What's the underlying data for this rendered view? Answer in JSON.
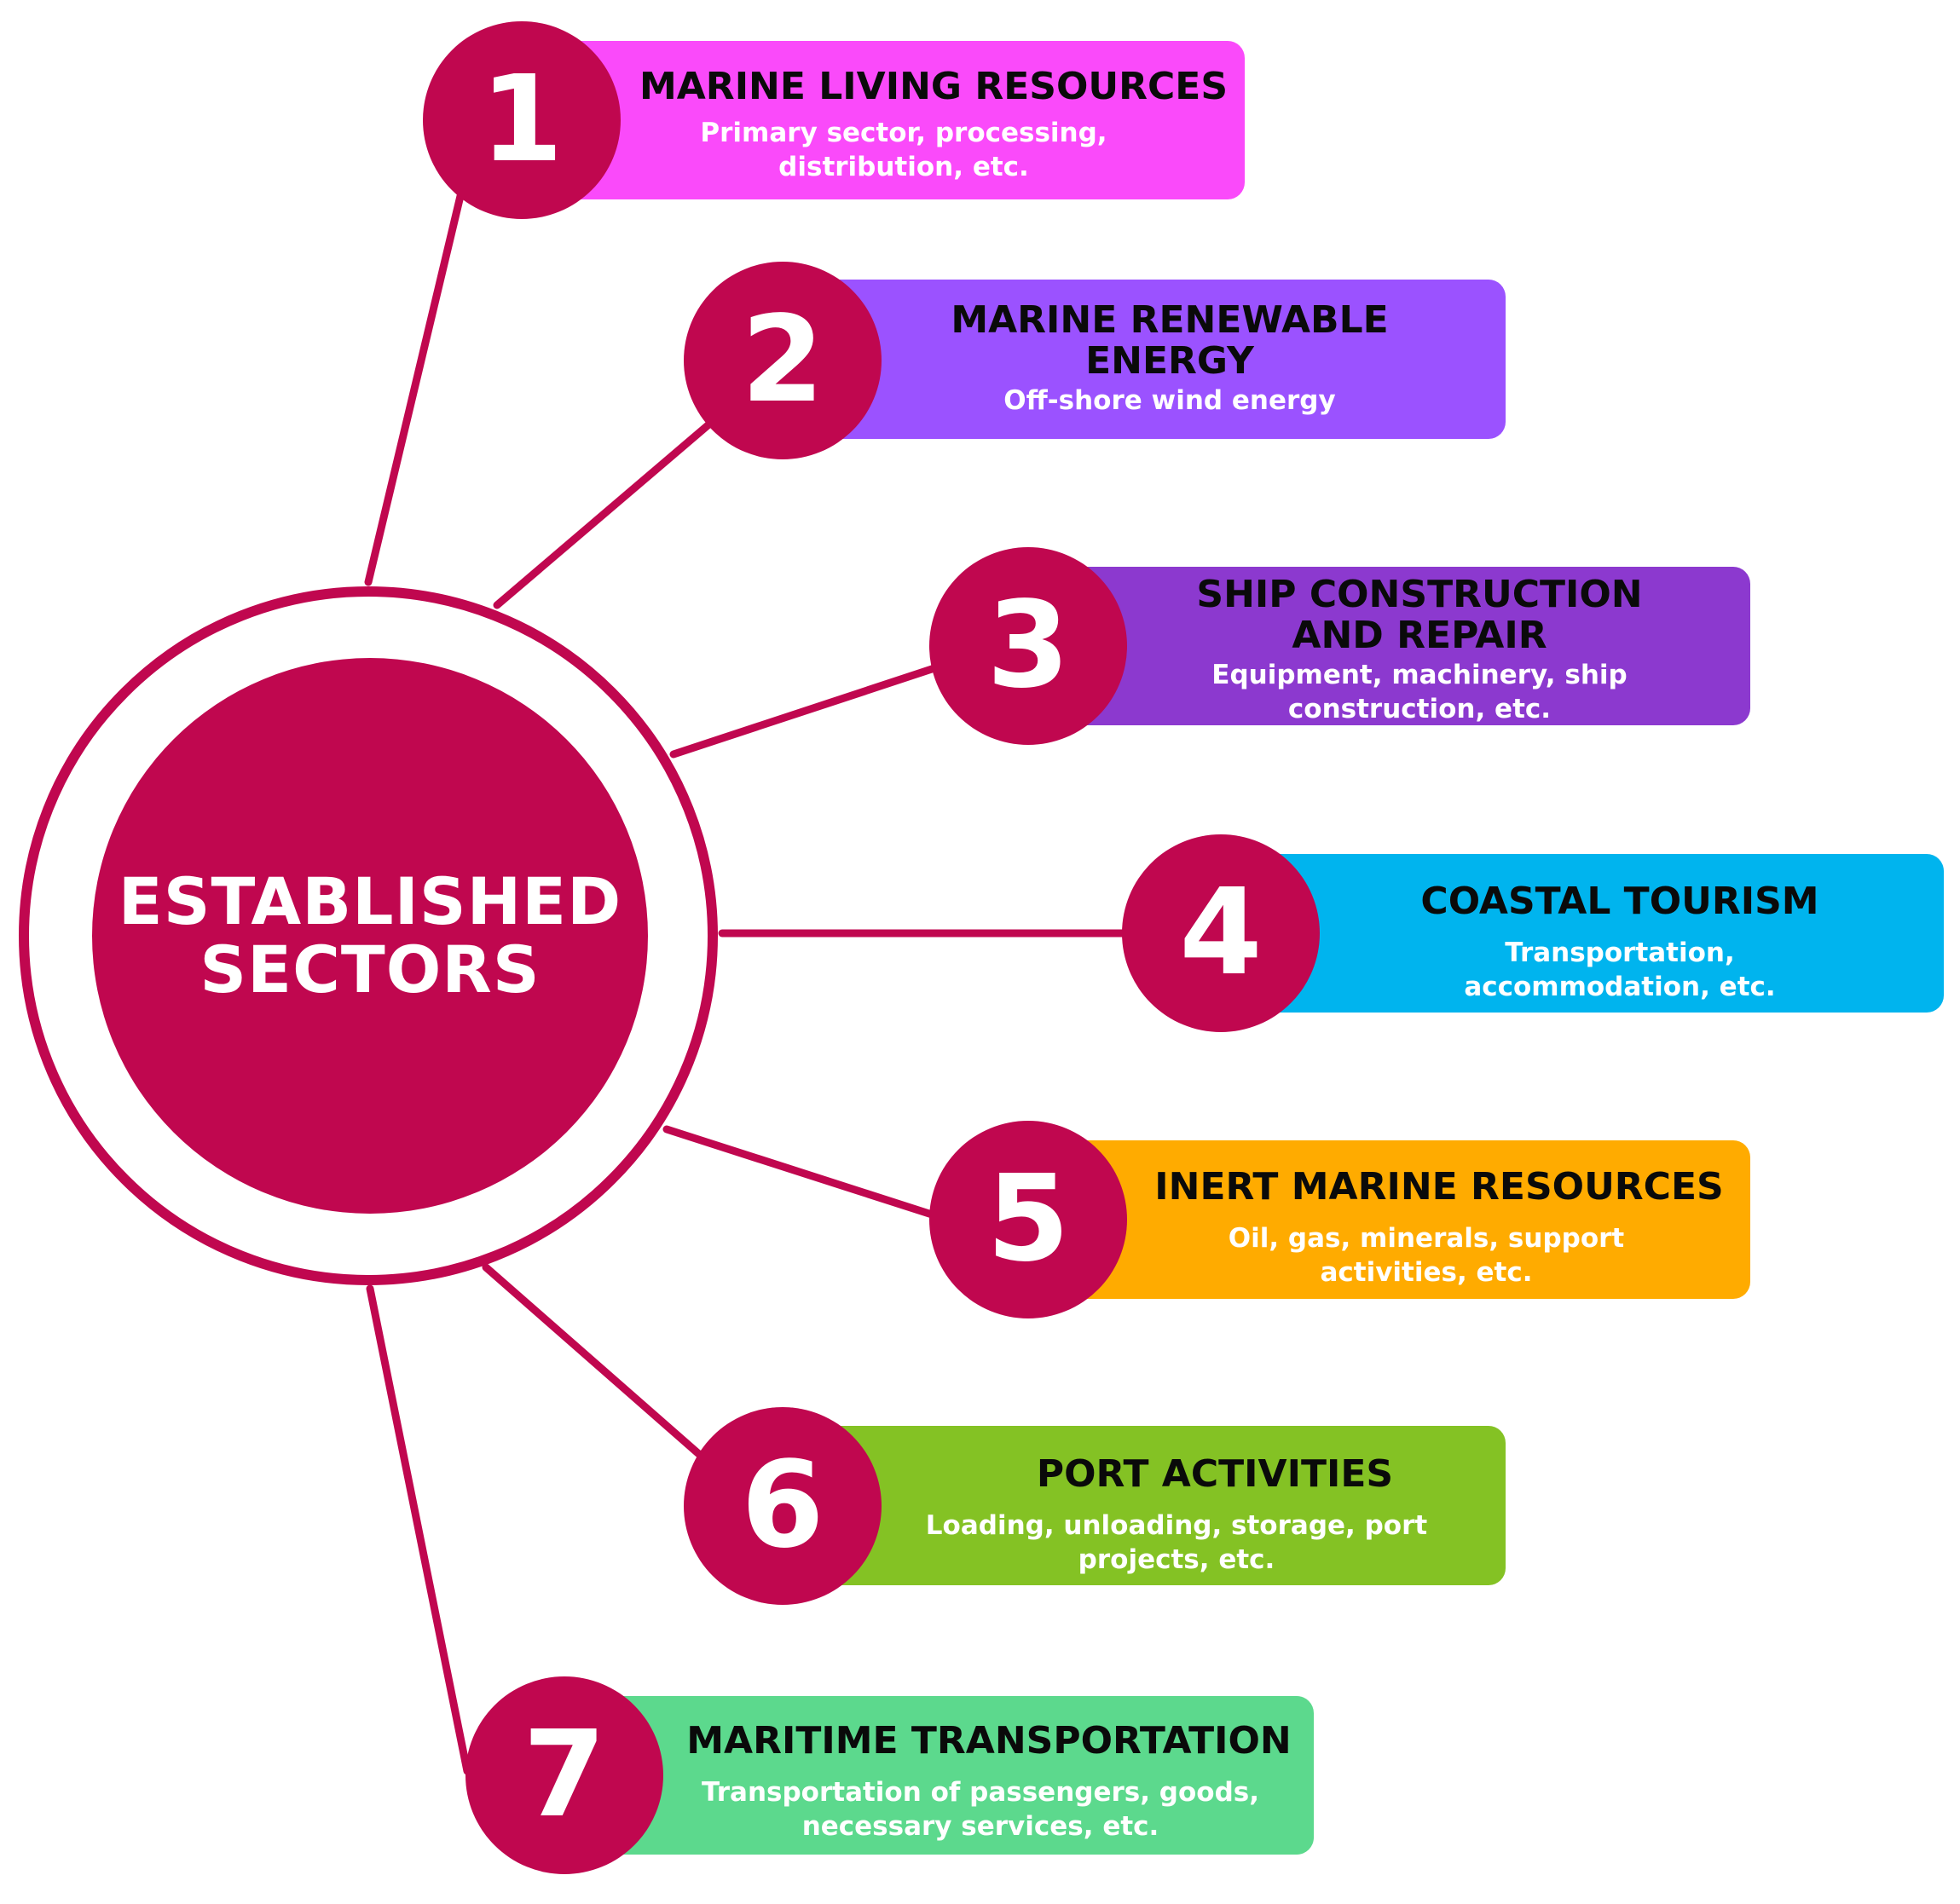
{
  "center": {
    "line1": "ESTABLISHED",
    "line2": "SECTORS",
    "color": "#c0074f"
  },
  "sectors": [
    {
      "number": "1",
      "title": "MARINE LIVING RESOURCES",
      "description": "Primary sector, processing,\ndistribution, etc.",
      "color": "#fa4afa"
    },
    {
      "number": "2",
      "title": "MARINE RENEWABLE\nENERGY",
      "description": "Off-shore wind energy",
      "color": "#9b52ff"
    },
    {
      "number": "3",
      "title": "SHIP CONSTRUCTION\nAND REPAIR",
      "description": "Equipment, machinery, ship\nconstruction, etc.",
      "color": "#8c39cf"
    },
    {
      "number": "4",
      "title": "COASTAL TOURISM",
      "description": "Transportation,\naccommodation, etc.",
      "color": "#00b4ee"
    },
    {
      "number": "5",
      "title": "INERT MARINE RESOURCES",
      "description": "Oil, gas, minerals, support\nactivities, etc.",
      "color": "#ffab00"
    },
    {
      "number": "6",
      "title": "PORT ACTIVITIES",
      "description": "Loading, unloading, storage, port\nprojects, etc.",
      "color": "#84c224"
    },
    {
      "number": "7",
      "title": "MARITIME TRANSPORTATION",
      "description": "Transportation of passengers, goods,\nnecessary services, etc.",
      "color": "#5cd98d"
    }
  ]
}
